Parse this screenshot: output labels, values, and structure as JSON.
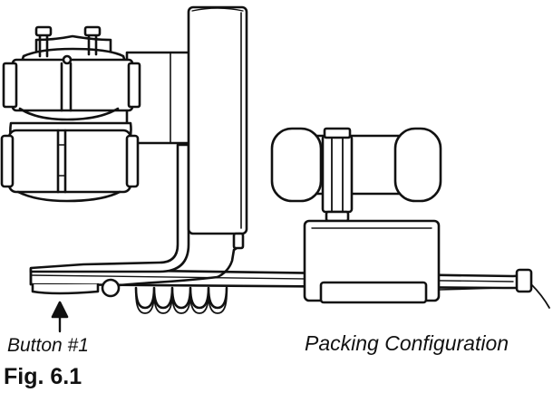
{
  "labels": {
    "button": "Button #1",
    "configuration": "Packing Configuration",
    "figure": "Fig. 6.1"
  },
  "colors": {
    "line": "#111111",
    "fill": "#ffffff"
  }
}
